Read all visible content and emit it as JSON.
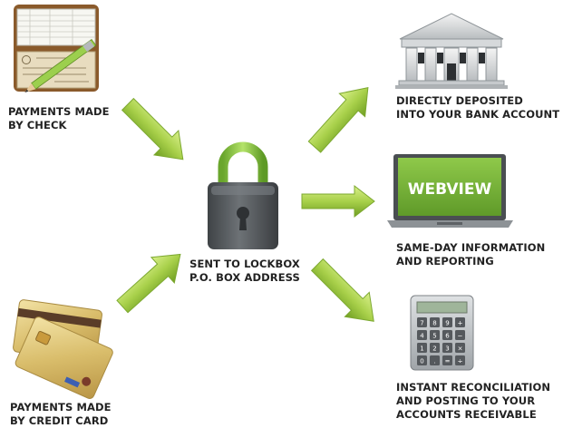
{
  "colors": {
    "arrow_light": "#c7e36b",
    "arrow_dark": "#7fae2a",
    "lock_body": "#555a5e",
    "shackle": "#8ccd45",
    "screen": "#7cb53a",
    "text": "#222222"
  },
  "icons": {
    "check": "checkbook-icon",
    "card": "credit-cards-icon",
    "lock": "padlock-icon",
    "bank": "bank-building-icon",
    "laptop": "laptop-icon",
    "calculator": "calculator-icon"
  },
  "labels": {
    "check": [
      "PAYMENTS MADE",
      "BY CHECK"
    ],
    "card": [
      "PAYMENTS MADE",
      "BY CREDIT CARD"
    ],
    "lockbox": [
      "SENT TO LOCKBOX",
      "P.O. BOX ADDRESS"
    ],
    "bank": [
      "DIRECTLY DEPOSITED",
      "INTO YOUR BANK ACCOUNT"
    ],
    "webview": [
      "SAME-DAY INFORMATION",
      "AND REPORTING"
    ],
    "reconciliation": [
      "INSTANT RECONCILIATION",
      "AND POSTING TO YOUR",
      "ACCOUNTS RECEIVABLE"
    ]
  },
  "screen_text": "WEBVIEW",
  "calculator_keys": [
    "7",
    "8",
    "9",
    "+",
    "4",
    "5",
    "6",
    "−",
    "1",
    "2",
    "3",
    "×",
    "0",
    ".",
    "=",
    "÷"
  ]
}
